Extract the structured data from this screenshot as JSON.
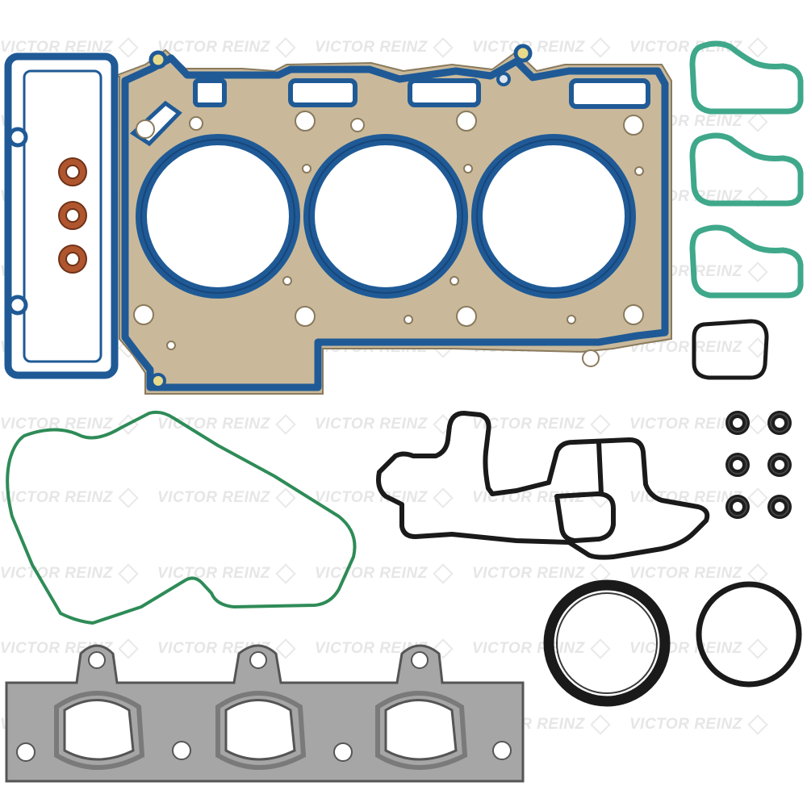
{
  "watermark": {
    "text": "VICTOR REINZ"
  },
  "colors": {
    "background": "#ffffff",
    "head_gasket_plate": "#c9b99a",
    "head_gasket_bead": "#1f5a96",
    "head_gasket_bead_dark": "#17467a",
    "green_gasket": "#3fa88a",
    "green_cover_gasket": "#2e8b57",
    "black_gasket": "#1a1a1a",
    "copper_seal": "#b0562f",
    "steel_gasket": "#8c8c8c",
    "watermark": "#e6e6e6"
  },
  "parts": [
    {
      "name": "cylinder-head-gasket",
      "count": 1
    },
    {
      "name": "valve-stem-seal-copper",
      "count": 3
    },
    {
      "name": "green-port-gasket",
      "count": 3
    },
    {
      "name": "small-rounded-gasket",
      "count": 1
    },
    {
      "name": "timing-cover-gasket",
      "count": 1
    },
    {
      "name": "oil-filter-housing-gasket",
      "count": 1
    },
    {
      "name": "valve-stem-seal-black",
      "count": 6
    },
    {
      "name": "crankshaft-seal",
      "count": 1
    },
    {
      "name": "o-ring",
      "count": 1
    },
    {
      "name": "exhaust-manifold-gasket",
      "count": 1
    }
  ]
}
